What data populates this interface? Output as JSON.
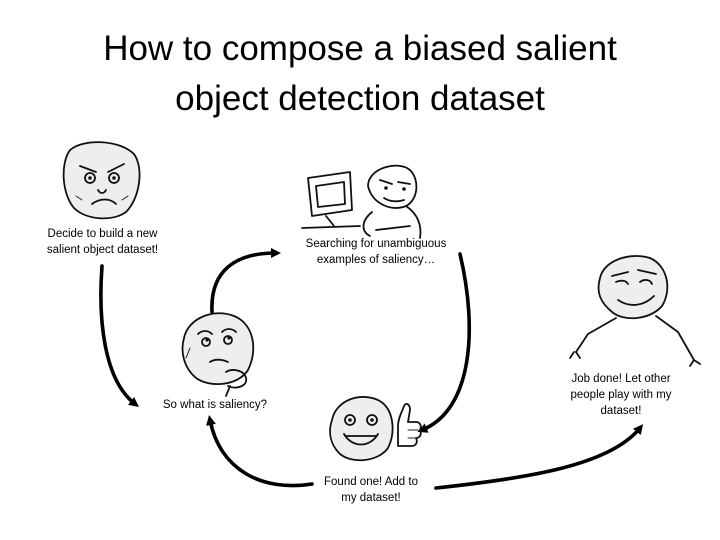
{
  "title": {
    "line1": "How to compose a biased salient",
    "line2": "object detection dataset"
  },
  "steps": {
    "decide": {
      "line1": "Decide to build a new",
      "line2": "salient object dataset!",
      "icon": "determined-face-icon"
    },
    "search": {
      "line1": "Searching for unambiguous",
      "line2": "examples of saliency…",
      "icon": "computer-guy-icon"
    },
    "saliency": {
      "line1": "So what is saliency?",
      "icon": "thinking-face-icon"
    },
    "found": {
      "line1": "Found one! Add to",
      "line2": "my dataset!",
      "icon": "thumbs-up-face-icon"
    },
    "done": {
      "line1": "Job done! Let other",
      "line2": "people play with my",
      "line3": "dataset!",
      "icon": "smug-face-icon"
    }
  },
  "arrow_color": "#000000"
}
